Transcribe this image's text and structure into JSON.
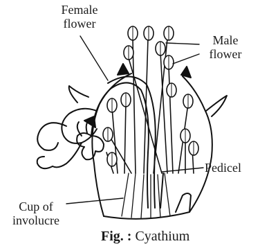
{
  "labels": {
    "female_flower": [
      "Female",
      "flower"
    ],
    "male_flower": [
      "Male",
      "flower"
    ],
    "pedicel": "Pedicel",
    "cup_of_involucre": [
      "Cup of",
      "involucre"
    ]
  },
  "caption": {
    "prefix": "Fig. :",
    "title": "Cyathium"
  }
}
